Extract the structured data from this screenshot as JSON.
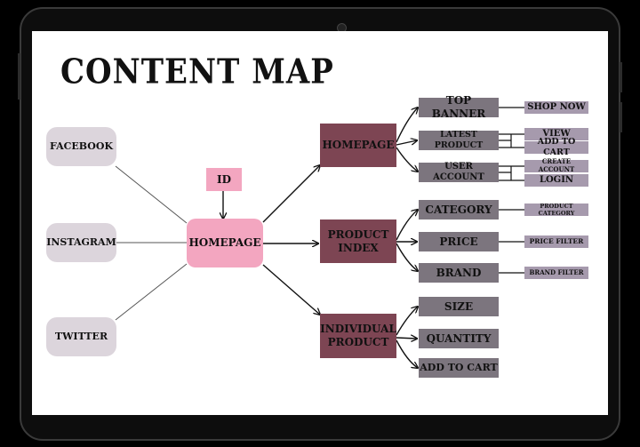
{
  "title": "CONTENT MAP",
  "sources": [
    "FACEBOOK",
    "INSTAGRAM",
    "TWITTER"
  ],
  "id_label": "ID",
  "root": "HOMEPAGE",
  "categories": {
    "homepage": "HOMEPAGE",
    "product_index": "PRODUCT INDEX",
    "individual_product": "INDIVIDUAL PRODUCT"
  },
  "homepage_children": {
    "top_banner": "TOP BANNER",
    "latest_product": "LATEST PRODUCT",
    "user_account": "USER ACCOUNT"
  },
  "homepage_leaves": {
    "shop_now": "SHOP NOW",
    "view": "VIEW",
    "add_to_cart": "ADD TO CART",
    "create_account": "CREATE ACCOUNT",
    "login": "LOGIN"
  },
  "index_children": {
    "category": "CATEGORY",
    "price": "PRICE",
    "brand": "BRAND"
  },
  "index_leaves": {
    "product_category": "PRODUCT CATEGORY",
    "price_filter": "PRICE FILTER",
    "brand_filter": "BRAND FILTER"
  },
  "product_children": {
    "size": "SIZE",
    "quantity": "QUANTITY",
    "add_to_cart": "ADD TO CART"
  },
  "colors": {
    "source_fill": "#dcd5dc",
    "root_fill": "#f3a6c0",
    "category_fill": "#7d4553",
    "sub_fill": "#7c757e",
    "leaf_fill": "#a69aad"
  }
}
